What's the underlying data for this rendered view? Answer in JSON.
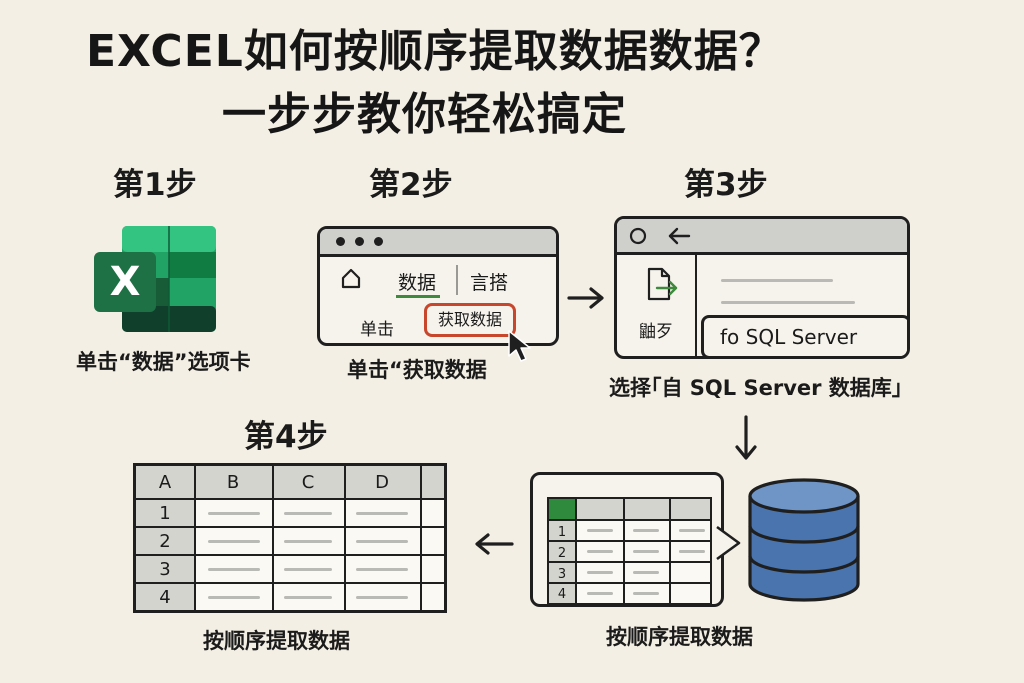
{
  "title": {
    "line1": "EXCEL如何按顺序提取数据数据？",
    "line2": "一步步教你轻松搞定"
  },
  "step1": {
    "label": "第1步",
    "icon_letter": "X",
    "caption": "单击“数据”选项卡"
  },
  "step2": {
    "label": "第2步",
    "tab_data": "数据",
    "tab_other": "言搭",
    "left_text": "单击",
    "get_data_button": "获取数据",
    "caption": "单击“获取数据"
  },
  "step3": {
    "label": "第3步",
    "left_text": "鼬歹",
    "sql_item": "fo SQL Server",
    "caption": "选择｢自 SQL Server 数据库｣"
  },
  "step4": {
    "label": "第4步",
    "columns": [
      "A",
      "B",
      "C",
      "D"
    ],
    "rows": [
      "1",
      "2",
      "3",
      "4"
    ],
    "caption": "按顺序提取数据"
  },
  "middle": {
    "rows": [
      "1",
      "2",
      "3",
      "4"
    ],
    "caption": "按顺序提取数据"
  },
  "colors": {
    "excel_green": "#1e7145",
    "database_blue": "#4a74ad",
    "highlight_red": "#c8462c",
    "underline_green": "#3d8a3d"
  }
}
